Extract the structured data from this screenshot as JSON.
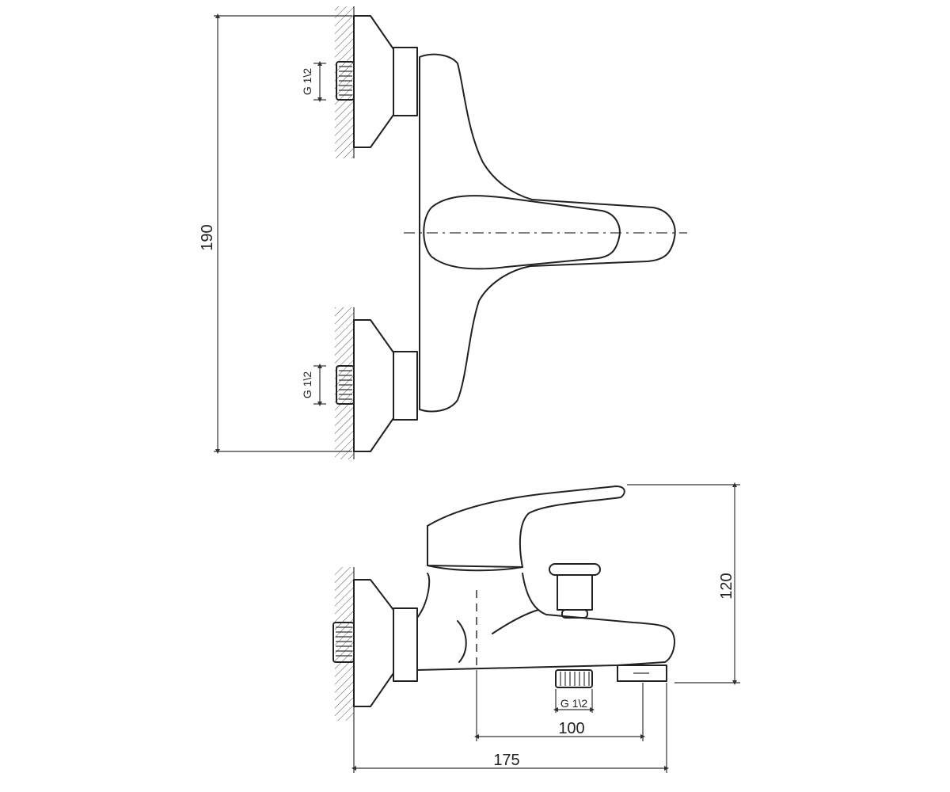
{
  "colors": {
    "line": "#222222",
    "background": "#ffffff"
  },
  "top_view": {
    "height_dimension": "190",
    "upper_thread_label": "G 1\\2",
    "lower_thread_label": "G 1\\2"
  },
  "side_view": {
    "height_dimension": "120",
    "outlet_thread_label": "G 1\\2",
    "spout_dimension": "100",
    "total_depth_dimension": "175"
  }
}
